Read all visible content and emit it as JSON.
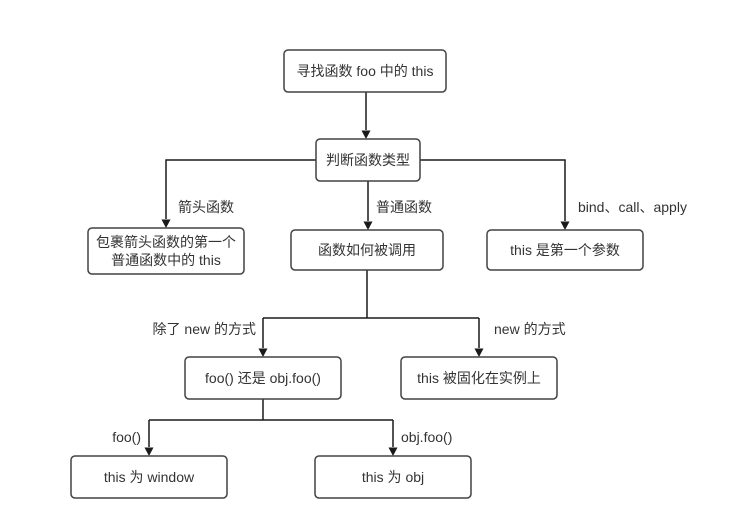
{
  "nodes": {
    "root": {
      "label": "寻找函数 foo 中的 this"
    },
    "judge_type": {
      "label": "判断函数类型"
    },
    "arrow_result": {
      "line1": "包裹箭头函数的第一个",
      "line2": "普通函数中的 this"
    },
    "how_called": {
      "label": "函数如何被调用"
    },
    "bind_result": {
      "label": "this 是第一个参数"
    },
    "call_form": {
      "label": "foo() 还是 obj.foo()"
    },
    "new_result": {
      "label": "this 被固化在实例上"
    },
    "window_result": {
      "label": "this 为 window"
    },
    "obj_result": {
      "label": "this 为 obj"
    }
  },
  "edge_labels": {
    "arrow_fn": "箭头函数",
    "normal_fn": "普通函数",
    "bind_call_apply": "bind、call、apply",
    "not_new": "除了 new 的方式",
    "new_way": "new 的方式",
    "foo_call": "foo()",
    "obj_foo_call": "obj.foo()"
  },
  "colors": {
    "background": "#ffffff",
    "box_fill": "#ffffff",
    "box_border": "#424242",
    "line": "#1a1a1a",
    "text": "#333333"
  }
}
